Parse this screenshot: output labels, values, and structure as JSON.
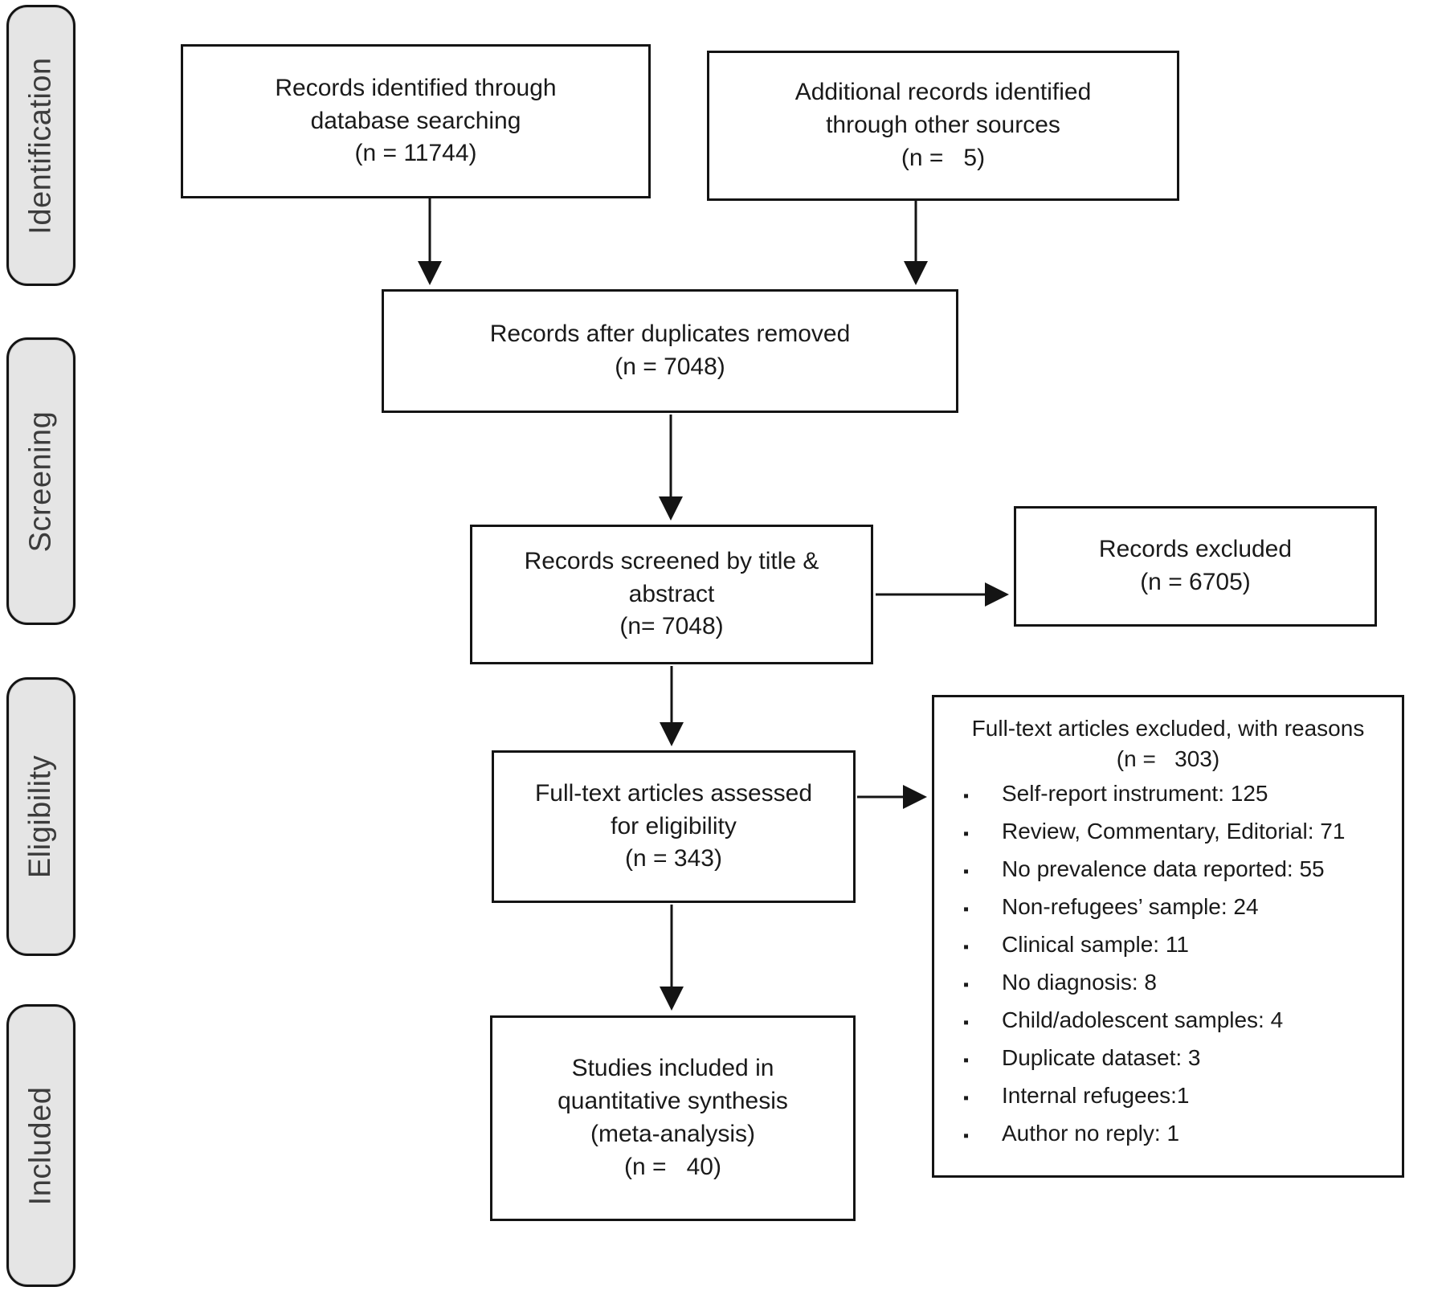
{
  "diagram": {
    "kind": "prisma-flow-diagram",
    "stages": [
      {
        "id": "identification",
        "label": "Identification"
      },
      {
        "id": "screening",
        "label": "Screening"
      },
      {
        "id": "eligibility",
        "label": "Eligibility"
      },
      {
        "id": "included",
        "label": "Included"
      }
    ],
    "boxes": {
      "records_identified": {
        "text": "Records identified through\ndatabase searching\n(n = 11744)"
      },
      "additional_records": {
        "text": "Additional records identified\nthrough other sources\n(n =   5)"
      },
      "after_duplicates": {
        "text": "Records after duplicates removed\n(n = 7048)"
      },
      "screened": {
        "text": "Records screened by title &\nabstract\n(n= 7048)"
      },
      "records_excluded": {
        "text": "Records excluded\n(n = 6705)"
      },
      "fulltext_assessed": {
        "text": "Full-text articles assessed\nfor eligibility\n(n = 343)"
      },
      "fulltext_excluded": {
        "title": "Full-text articles excluded, with reasons",
        "count": "(n =   303)",
        "bullet_glyph": "▪",
        "reasons": [
          "Self-report instrument: 125",
          "Review, Commentary, Editorial: 71",
          "No prevalence data reported: 55",
          "Non-refugees’ sample: 24",
          "Clinical sample: 11",
          "No diagnosis: 8",
          "Child/adolescent samples: 4",
          "Duplicate dataset: 3",
          "Internal refugees:1",
          "Author no reply: 1"
        ]
      },
      "included_studies": {
        "text": "Studies included in\nquantitative synthesis\n(meta-analysis)\n(n =   40)"
      }
    },
    "colors": {
      "box_border": "#141414",
      "stage_fill": "#e5e5e5",
      "arrow": "#141414",
      "text": "#1a1a1a"
    }
  }
}
